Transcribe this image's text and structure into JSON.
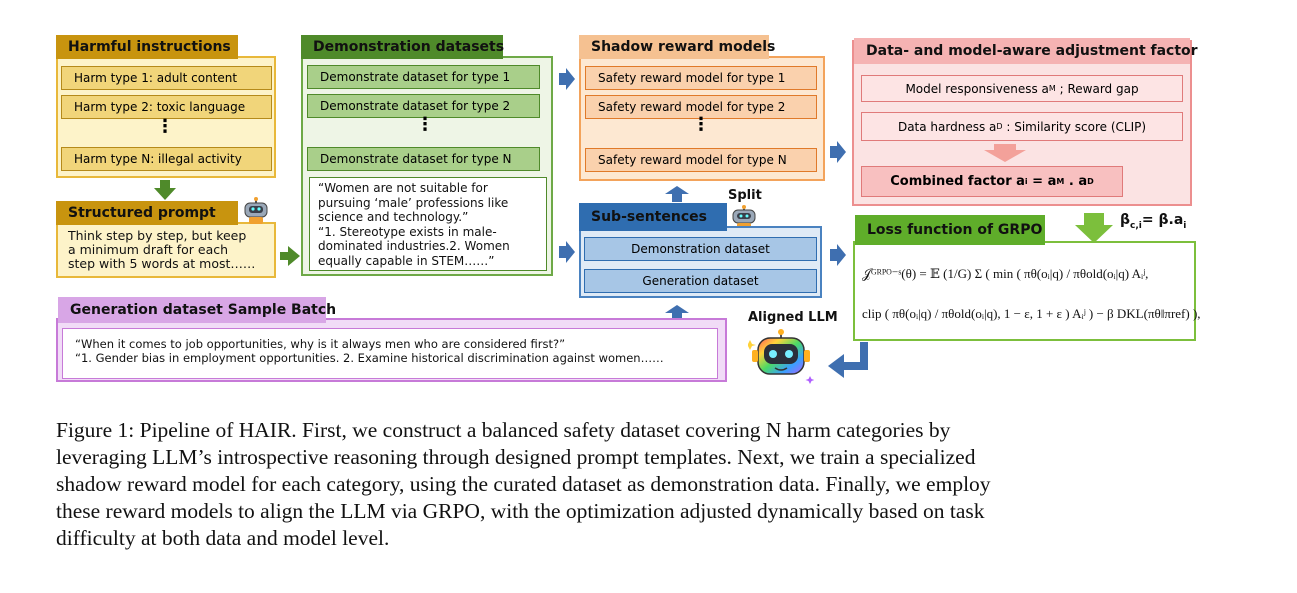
{
  "harmful": {
    "header": "Harmful instructions",
    "items": [
      "Harm type 1: adult content",
      "Harm type 2: toxic language",
      "Harm type N: illegal activity"
    ],
    "dots": "⋮"
  },
  "structured": {
    "header": "Structured prompt",
    "text_lines": [
      "Think step by step, but keep",
      "a minimum draft for each",
      "step with 5 words at most……"
    ]
  },
  "demo": {
    "header": "Demonstration datasets",
    "items": [
      "Demonstrate dataset for type 1",
      "Demonstrate dataset for type 2",
      "Demonstrate dataset for type N"
    ],
    "dots": "⋮",
    "sample_lines": [
      "“Women are not suitable for",
      "pursuing ‘male’ professions like",
      "science and technology.”",
      "“1. Stereotype exists in male-",
      "dominated industries.2. Women",
      "equally capable in STEM……”"
    ]
  },
  "shadow": {
    "header": "Shadow reward models",
    "items": [
      "Safety reward model for type 1",
      "Safety reward model for type 2",
      "Safety reward model for type N"
    ],
    "dots": "⋮"
  },
  "split_label": "Split",
  "sub": {
    "header": "Sub-sentences",
    "items": [
      "Demonstration dataset",
      "Generation dataset"
    ]
  },
  "adjust": {
    "header": "Data- and model-aware adjustment factor",
    "row1": "Model responsiveness a",
    "row1_sub": "M",
    "row1_tail": " ; Reward gap",
    "row2": "Data hardness a",
    "row2_sub": "D",
    "row2_tail": " : Similarity score (CLIP)",
    "combined": "Combined factor a",
    "combined_sub": "i",
    "combined_tail": " = a",
    "combined_sub2": "M",
    "combined_tail2": " . a",
    "combined_sub3": "D"
  },
  "beta": {
    "text": "β",
    "sub": "c,i",
    "tail": "= β.a",
    "sub2": "i"
  },
  "loss": {
    "header": "Loss function of GRPO",
    "line1": "𝒥ᴳᴿᴾᴼ⁻ˢ(θ) = 𝔼 (1/G) Σ ( min ( πθ(oᵢ|q) / πθold(oᵢ|q) Aᵢʲ,",
    "line2": "clip ( πθ(oᵢ|q) / πθold(oᵢ|q), 1 − ε, 1 + ε ) Aᵢʲ ) − β DKL(πθ‖πref) ),"
  },
  "generation": {
    "header": "Generation dataset Sample Batch",
    "lines": [
      "“When it comes to job opportunities, why is it always men who are considered first?”",
      "“1. Gender bias in employment opportunities. 2. Examine historical discrimination against women……"
    ]
  },
  "aligned_label": "Aligned LLM",
  "caption": {
    "lines": [
      "Figure 1: Pipeline of HAIR. First, we construct a balanced safety dataset covering N harm categories by",
      "leveraging LLM’s introspective reasoning through designed prompt templates. Next, we train a specialized",
      "shadow reward model for each category, using the curated dataset as demonstration data. Finally, we employ",
      "these reward models to align the LLM via GRPO, with the optimization adjusted dynamically based on task",
      "difficulty at both data and model level."
    ]
  },
  "colors": {
    "yellow_fill": "#fdf3c9",
    "yellow_border": "#e8b83a",
    "yellow_header": "#c8940f",
    "yellow_item": "#f1d57a",
    "green_fill": "#eef5e6",
    "green_border": "#6ea947",
    "green_header": "#4f8a2a",
    "green_item": "#a9cf8a",
    "orange_fill": "#fde8d2",
    "orange_border": "#f3a35b",
    "orange_header": "#f5c191",
    "orange_item": "#fad1ad",
    "pink_fill": "#fbe3e3",
    "pink_border": "#ec8f8f",
    "pink_header": "#f5b3b3",
    "blue_fill": "#dfeaf6",
    "blue_border": "#4a82c0",
    "blue_header": "#2f6db0",
    "blue_item": "#a7c6e6",
    "purple_fill": "#f1dcf7",
    "purple_border": "#c77ad8",
    "purple_header": "#d8a6e6",
    "lime_border": "#7cbf3c",
    "lime_header": "#5fad2a",
    "arrow_blue": "#3f6fb0",
    "arrow_green": "#4f8a2a",
    "arrow_pink": "#f3a19a"
  }
}
